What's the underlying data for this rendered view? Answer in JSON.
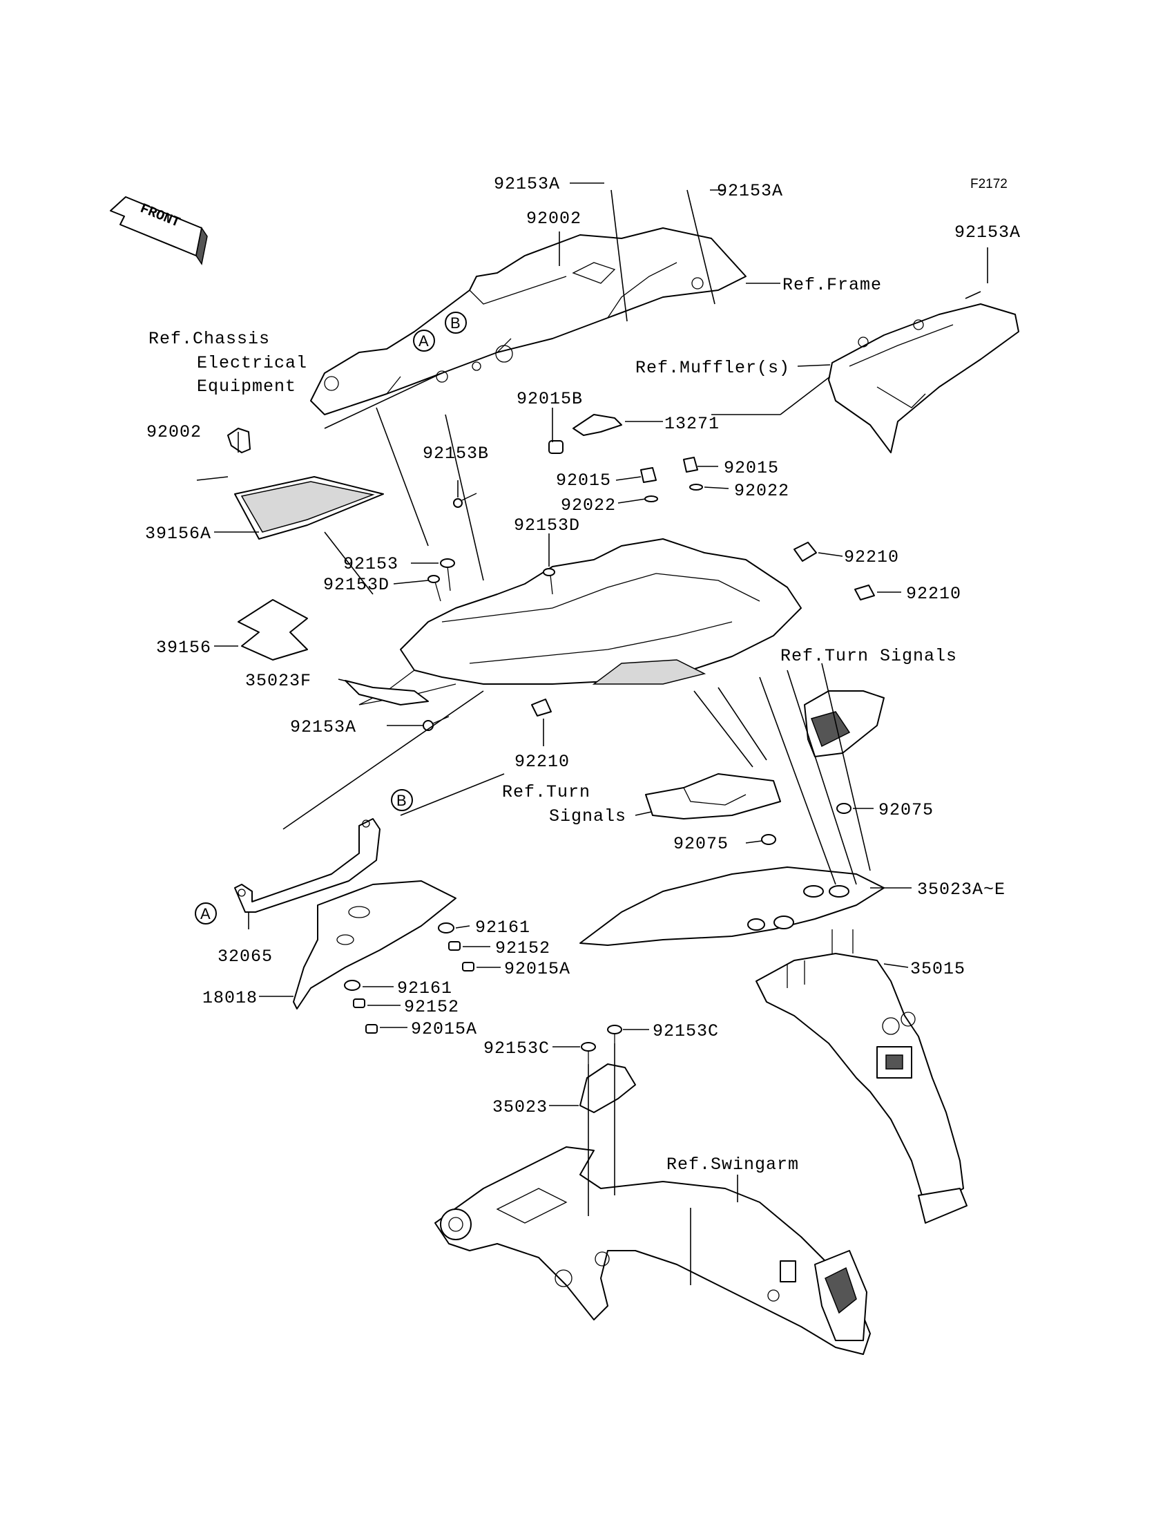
{
  "figure_code": "F2172",
  "front_label": "FRONT",
  "callouts": {
    "a": "A",
    "b": "B"
  },
  "labels": {
    "p92153A_top_left": "92153A",
    "p92153A_top_mid": "92153A",
    "p92153A_right": "92153A",
    "p92002_top": "92002",
    "ref_frame": "Ref.Frame",
    "ref_chassis_1": "Ref.Chassis",
    "ref_chassis_2": "Electrical",
    "ref_chassis_3": "Equipment",
    "ref_muffler": "Ref.Muffler(s)",
    "p92002_left": "92002",
    "p92015B": "92015B",
    "p13271": "13271",
    "p92153B": "92153B",
    "p92015_a": "92015",
    "p92015_b": "92015",
    "p92022_a": "92022",
    "p92022_b": "92022",
    "p39156A": "39156A",
    "p92153D_a": "92153D",
    "p92153": "92153",
    "p92153D_b": "92153D",
    "p92210_a": "92210",
    "p92210_b": "92210",
    "p39156": "39156",
    "ref_turn_r": "Ref.Turn Signals",
    "p35023F": "35023F",
    "p92153A_low": "92153A",
    "p92210_c": "92210",
    "ref_turn_c1": "Ref.Turn",
    "ref_turn_c2": "Signals",
    "p92075_a": "92075",
    "p92075_b": "92075",
    "p35023AE": "35023A~E",
    "p92161_a": "92161",
    "p92152_a": "92152",
    "p92015A_a": "92015A",
    "p32065": "32065",
    "p18018": "18018",
    "p92161_b": "92161",
    "p92152_b": "92152",
    "p92015A_b": "92015A",
    "p35015": "35015",
    "p92153C_a": "92153C",
    "p92153C_b": "92153C",
    "p35023": "35023",
    "ref_swingarm": "Ref.Swingarm"
  }
}
